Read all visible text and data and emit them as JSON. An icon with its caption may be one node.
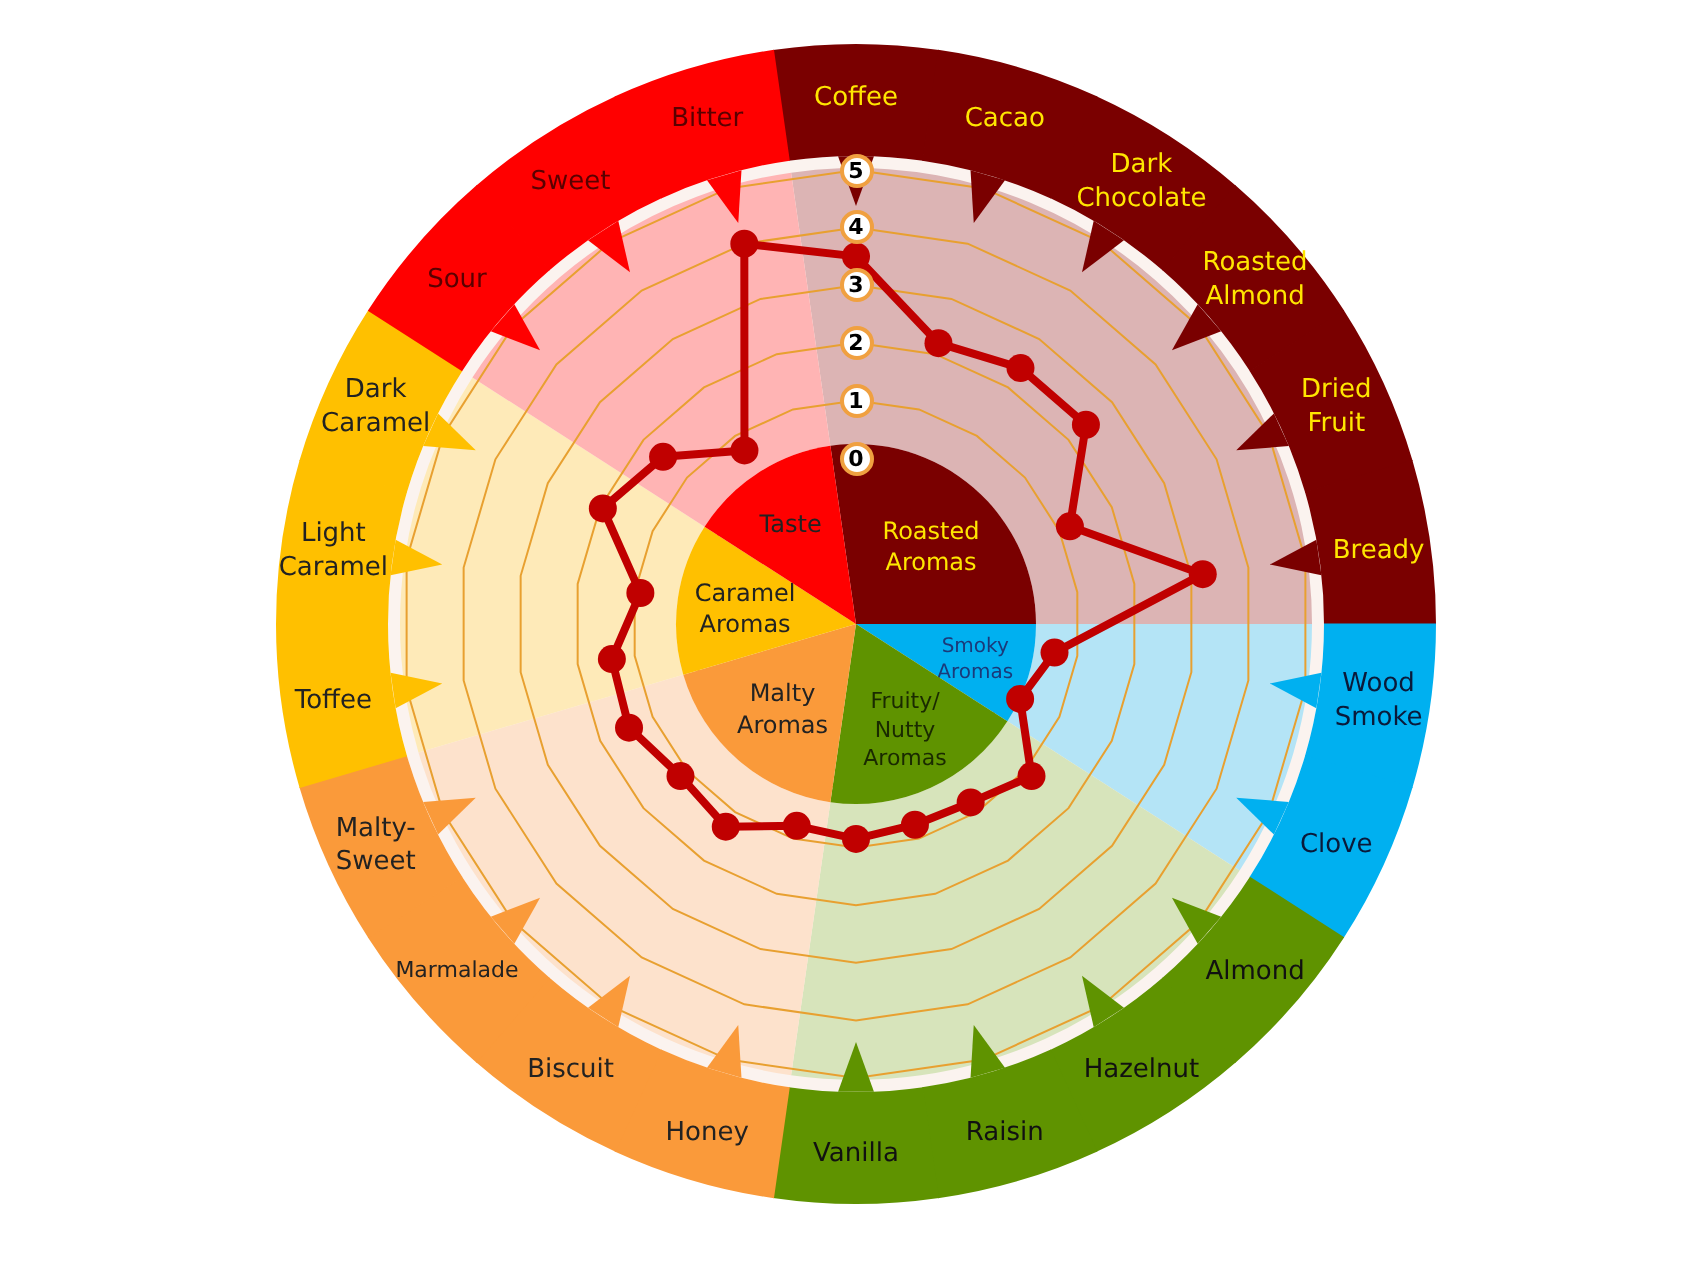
{
  "diagram": {
    "nodes": [
      {
        "text": [
          "Roasted Aromas"
        ]
      },
      {
        "text": [
          "Smoky Aromas"
        ]
      },
      {
        "text": [
          "Fruity/ Nutty Aromas"
        ]
      },
      {
        "text": [
          "Malty Aromas"
        ]
      },
      {
        "text": [
          "Caramel Aromas"
        ]
      },
      {
        "text": [
          "Taste"
        ]
      },
      {
        "text": [
          "Coffee"
        ]
      },
      {
        "text": [
          "Cacao"
        ]
      },
      {
        "text": [
          "Dark Chocolate"
        ]
      },
      {
        "text": [
          "Roasted Almond"
        ]
      },
      {
        "text": [
          "Dried Fruit"
        ]
      },
      {
        "text": [
          "Bready"
        ]
      },
      {
        "text": [
          "Wood Smoke"
        ]
      },
      {
        "text": [
          "Clove"
        ]
      },
      {
        "text": [
          "Almond"
        ]
      },
      {
        "text": [
          "Hazelnut"
        ]
      },
      {
        "text": [
          "Raisin"
        ]
      },
      {
        "text": [
          "Vanilla"
        ]
      },
      {
        "text": [
          "Honey"
        ]
      },
      {
        "text": [
          "Biscuit"
        ]
      },
      {
        "text": [
          "Marmalade"
        ]
      },
      {
        "text": [
          "Malty-Sweet"
        ]
      },
      {
        "text": [
          "Toffee"
        ]
      },
      {
        "text": [
          "Light Caramel"
        ]
      },
      {
        "text": [
          "Dark Caramel"
        ]
      },
      {
        "text": [
          "Sour"
        ]
      },
      {
        "text": [
          "Sweet"
        ]
      },
      {
        "text": [
          "Bitter"
        ]
      }
    ],
    "labels": [
      "5",
      "4",
      "3",
      "2",
      "1",
      "0"
    ]
  }
}
